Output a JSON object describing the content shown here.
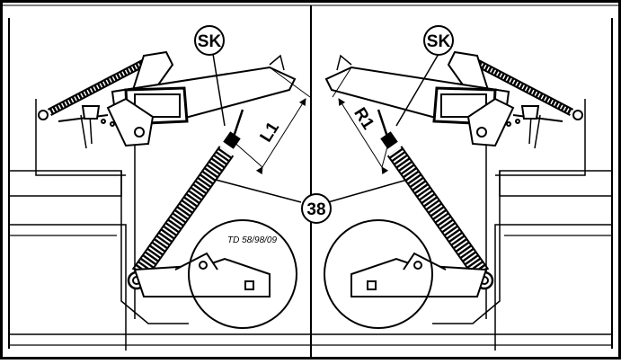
{
  "diagram": {
    "labels": {
      "sk": "SK",
      "l1": "L1",
      "r1": "R1",
      "part": "38"
    },
    "drawing_ref": "TD 58/98/09"
  }
}
